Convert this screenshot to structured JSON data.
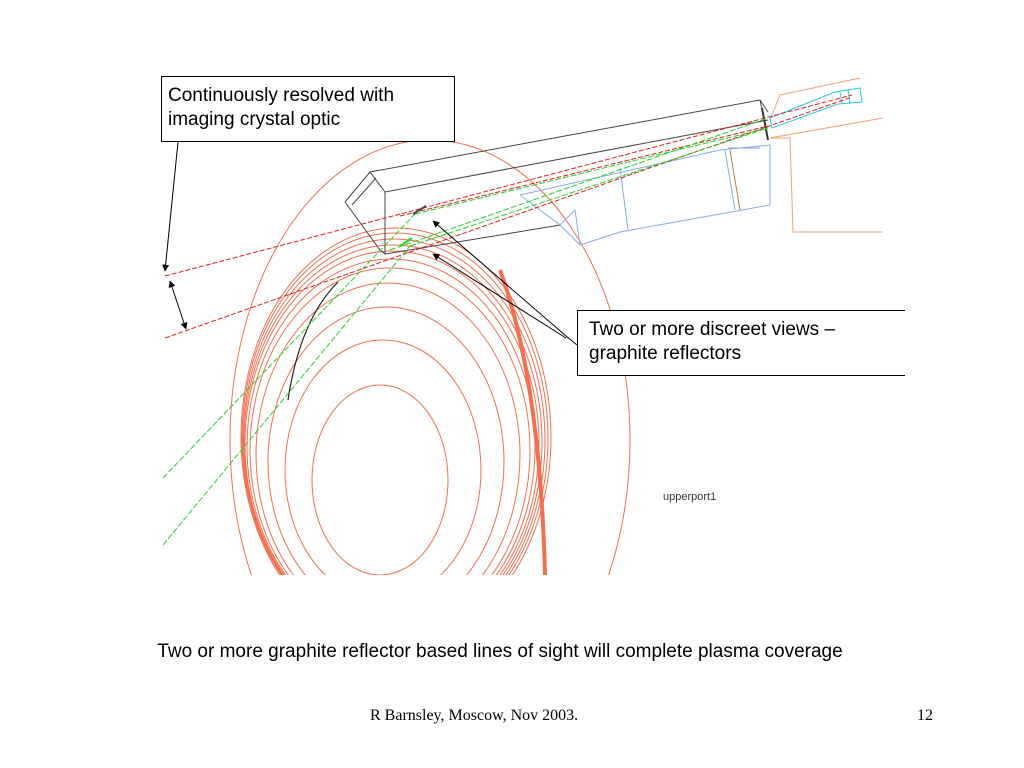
{
  "callouts": {
    "top": {
      "line1": "Continuously resolved with",
      "line2": "imaging crystal optic"
    },
    "right": {
      "line1": "Two or more discreet views –",
      "line2": "graphite reflectors"
    }
  },
  "figure": {
    "label": "upperport1"
  },
  "caption": "Two or more graphite reflector based lines of sight will complete plasma coverage",
  "footer": {
    "author": "R Barnsley, Moscow, Nov 2003.",
    "page": "12"
  },
  "colors": {
    "flux_surfaces": "#f07050",
    "sightline_red": "#e02020",
    "sightline_green": "#2bd02b",
    "detector_box": "#88aaee",
    "port_outline": "#f0a070",
    "cyan_optic": "#30c8e0"
  }
}
